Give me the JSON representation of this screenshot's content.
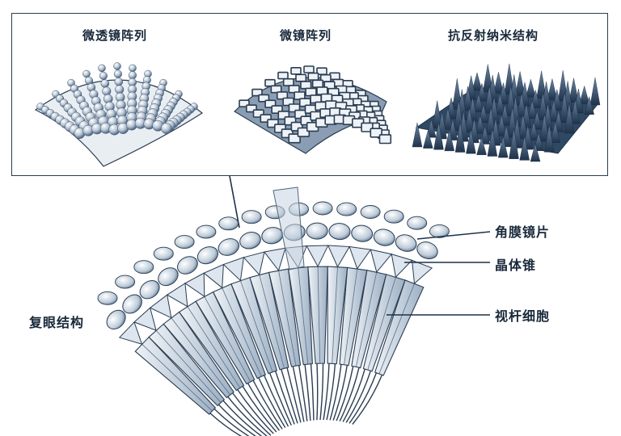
{
  "top_panel": {
    "titles": {
      "microlens_compound": "微透镜阵列",
      "microlens": "微镜阵列",
      "antireflection": "抗反射纳米结构"
    }
  },
  "compound_eye": {
    "title": "复眼结构",
    "labels": {
      "cornea_lens": "角膜镜片",
      "crystalline_cone": "晶体锥",
      "rhabdom_cells": "视杆细胞"
    }
  },
  "colors": {
    "ink": "#1e3248",
    "shade": "#3f5a78",
    "light": "#dfe6ee"
  }
}
